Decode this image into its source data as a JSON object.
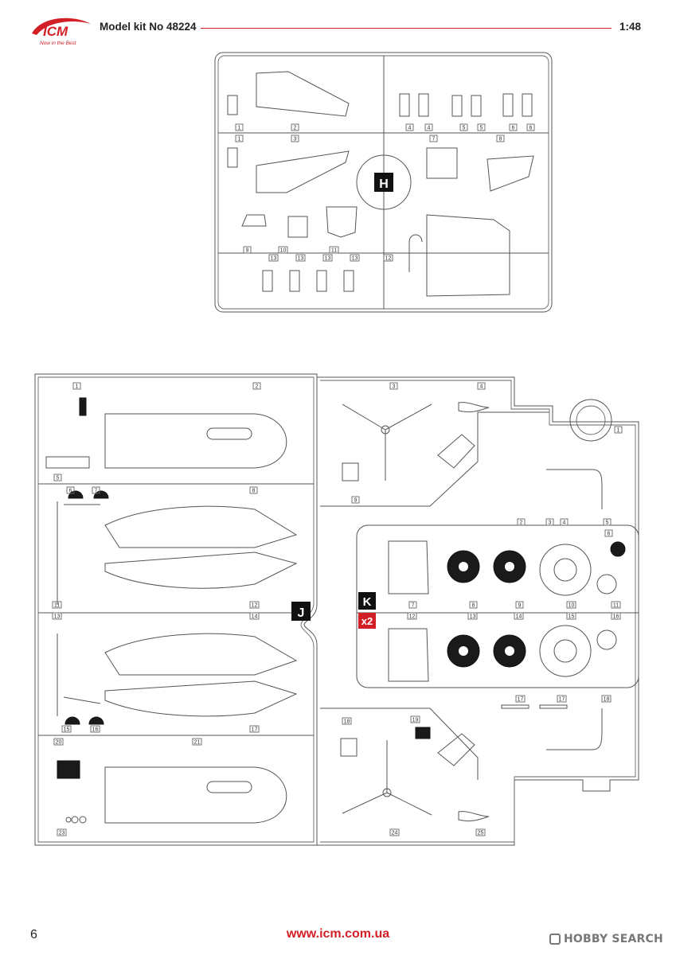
{
  "header": {
    "logo_text": "ICM",
    "logo_tagline": "Now in the Best",
    "title": "Model kit No 48224",
    "scale": "1:48"
  },
  "sprue_h": {
    "badge": "H",
    "part_numbers": [
      "1",
      "1",
      "2",
      "3",
      "4",
      "4",
      "5",
      "5",
      "6",
      "6",
      "7",
      "8",
      "9",
      "10",
      "11",
      "12",
      "13",
      "13",
      "13",
      "13"
    ]
  },
  "sprue_j": {
    "badge": "J",
    "part_numbers": [
      "1",
      "2",
      "5",
      "6",
      "7",
      "8",
      "11",
      "12",
      "13",
      "14",
      "15",
      "16",
      "17",
      "20",
      "21",
      "23"
    ]
  },
  "sprue_k": {
    "badge": "K",
    "quantity": "x2",
    "part_numbers": [
      "1",
      "2",
      "3",
      "4",
      "5",
      "6",
      "7",
      "8",
      "9",
      "10",
      "11",
      "12",
      "13",
      "14",
      "15",
      "16",
      "17",
      "17",
      "18",
      "3",
      "4",
      "9",
      "18",
      "19",
      "24",
      "25"
    ]
  },
  "footer": {
    "page_number": "6",
    "website": "www.icm.com.ua",
    "watermark": "HOBBY SEARCH"
  }
}
